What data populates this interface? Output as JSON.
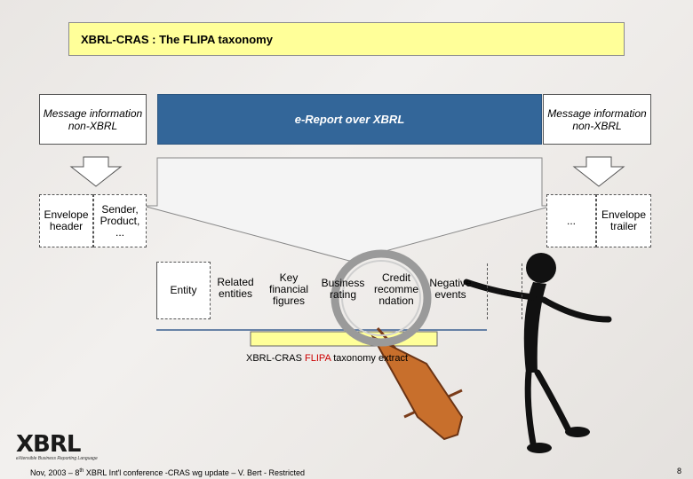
{
  "slide": {
    "title": "XBRL-CRAS : The FLIPA taxonomy",
    "message_left": "Message information non-XBRL",
    "message_right": "Message information non-XBRL",
    "ereport": "e-Report over XBRL",
    "envelope_header": "Envelope header",
    "sender": "Sender, Product, ...",
    "ellipsis_right": "...",
    "envelope_trailer": "Envelope trailer",
    "items": [
      "Entity",
      "Related entities",
      "Key financial figures",
      "Business rating",
      "Credit recomme ndation",
      "Negative events",
      "..."
    ],
    "caption_prefix": "XBRL-CRAS ",
    "caption_highlight": "FLIPA",
    "caption_suffix": " taxonomy extract",
    "logo_text": "XBRL",
    "logo_subtext": "eXtensible Business Reporting Language",
    "footer_pre": "Nov, 2003 – 8",
    "footer_sup": "th",
    "footer_post": " XBRL Int'l conference -CRAS wg update – V. Bert - Restricted",
    "page_number": "8"
  },
  "colors": {
    "title_fill": "#ffff99",
    "ereport_fill": "#336699",
    "highlight": "#cc0000",
    "bar_fill": "#ffff99"
  }
}
